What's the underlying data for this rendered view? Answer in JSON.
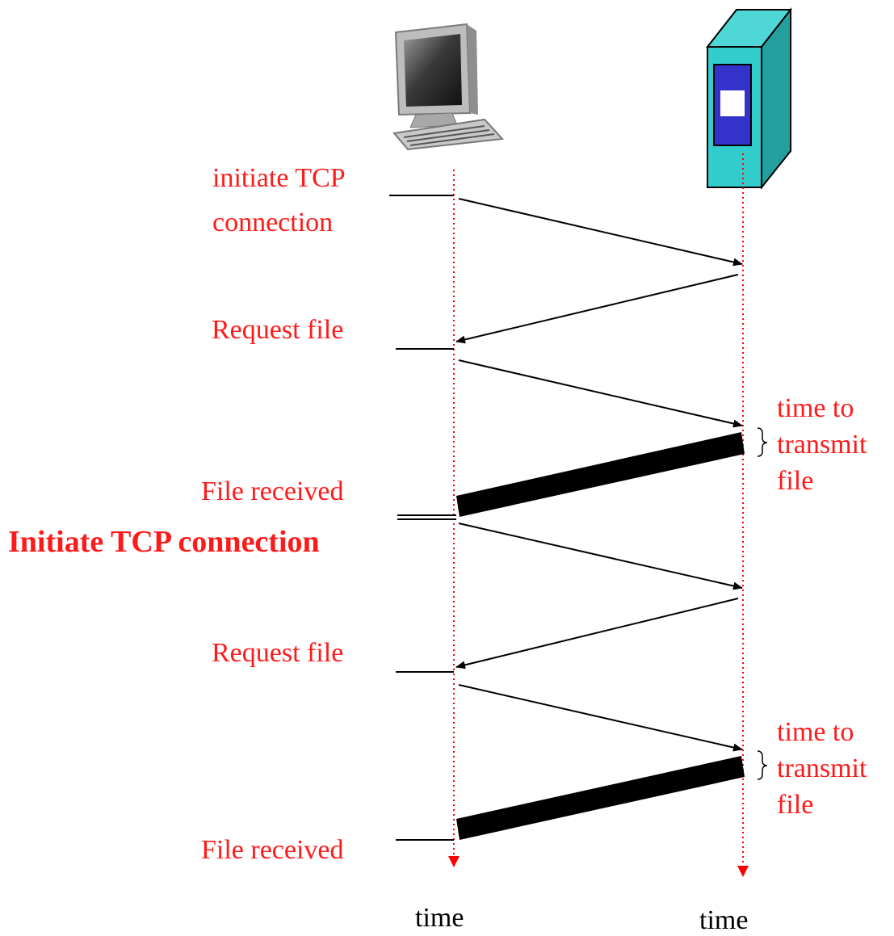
{
  "labels": {
    "initiate_tcp": [
      "initiate TCP",
      "connection"
    ],
    "request_file_1": "Request file",
    "time_to_transmit_1": [
      "time to",
      "transmit",
      "file"
    ],
    "file_received_1": "File received",
    "initiate_tcp_bold": "Initiate TCP connection",
    "request_file_2": "Request file",
    "time_to_transmit_2": [
      "time to",
      "transmit",
      "file"
    ],
    "file_received_2": "File received",
    "time_client": "time",
    "time_server": "time"
  },
  "icons": {
    "client": "desktop-computer-icon",
    "server": "server-tower-icon"
  },
  "colors": {
    "label": "#ff1a1a",
    "timeline": "#ff0000",
    "arrow": "#000000",
    "server_body": "#33cccc",
    "server_panel": "#3333cc"
  }
}
